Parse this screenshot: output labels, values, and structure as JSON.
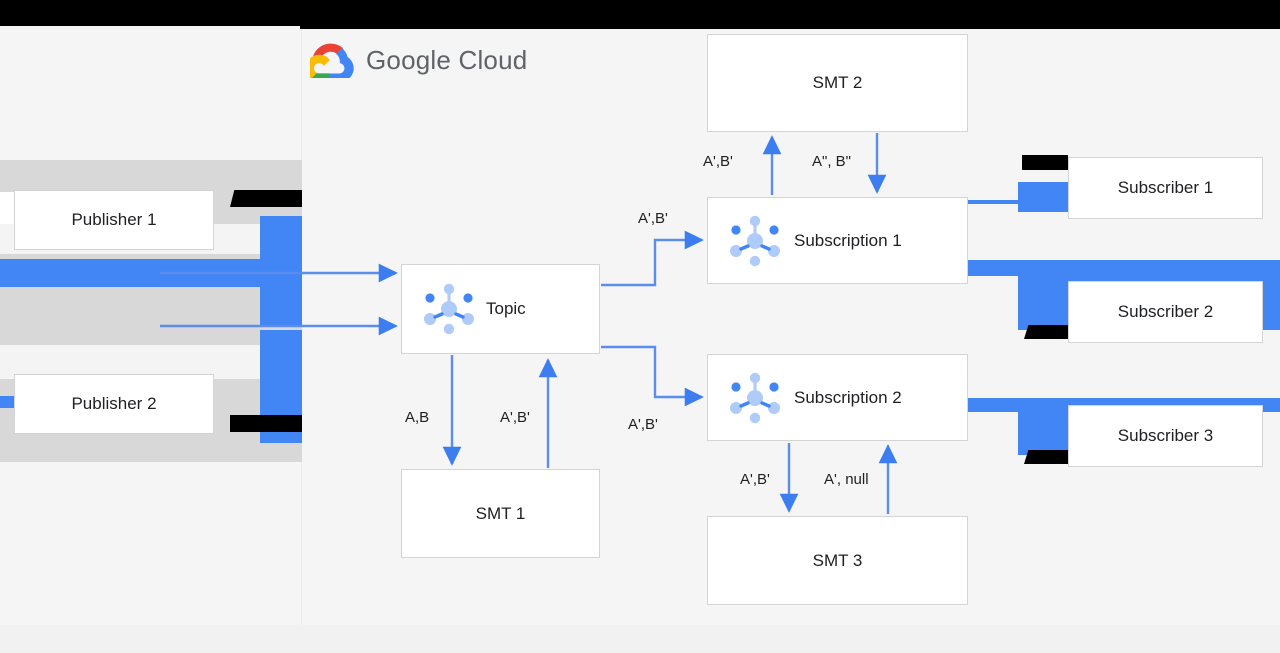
{
  "page": {
    "title": "Google Cloud Pub/Sub Single Message Transforms diagram",
    "brand": {
      "logo_name": "google-cloud-logo",
      "word_google": "Google",
      "word_cloud": "Cloud"
    }
  },
  "colors": {
    "accent_blue": "#4285f4",
    "connector_blue": "#5b8def",
    "canvas": "#f5f5f5",
    "page_bg": "#f1f1f1",
    "box_border": "#d4d4d4",
    "redaction_black": "#000000",
    "redaction_gray": "#d8d8d8",
    "text": "#202124",
    "logo_text": "#5f6368"
  },
  "nodes": {
    "publisher_1": {
      "label": "Publisher 1",
      "icon": "none"
    },
    "publisher_2": {
      "label": "Publisher 2",
      "icon": "none"
    },
    "topic": {
      "label": "Topic",
      "icon": "pubsub-icon"
    },
    "subscription_1": {
      "label": "Subscription 1",
      "icon": "pubsub-icon"
    },
    "subscription_2": {
      "label": "Subscription 2",
      "icon": "pubsub-icon"
    },
    "smt_1": {
      "label": "SMT 1",
      "icon": "none"
    },
    "smt_2": {
      "label": "SMT 2",
      "icon": "none"
    },
    "smt_3": {
      "label": "SMT 3",
      "icon": "none"
    },
    "subscriber_1": {
      "label": "Subscriber 1",
      "icon": "none"
    },
    "subscriber_2": {
      "label": "Subscriber 2",
      "icon": "none"
    },
    "subscriber_3": {
      "label": "Subscriber 3",
      "icon": "none"
    }
  },
  "edge_labels": {
    "smt2_in": "A',B'",
    "smt2_out": "A\", B\"",
    "topic_to_sub1": "A',B'",
    "topic_to_smt1": "A,B",
    "smt1_to_topic": "A',B'",
    "topic_to_sub2": "A',B'",
    "sub2_to_smt3": "A',B'",
    "smt3_to_sub2": "A', null"
  }
}
